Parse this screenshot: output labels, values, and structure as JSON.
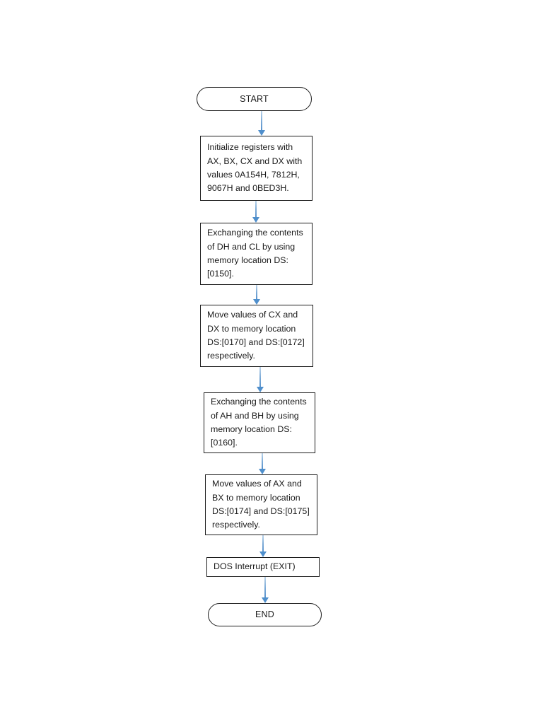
{
  "document": {
    "type": "flowchart",
    "title": "Assembly register exchange flowchart",
    "page_background": "#ffffff"
  },
  "theme": {
    "node_border_color": "#1c1c1c",
    "node_fill_color": "#ffffff",
    "text_color": "#1a1a1a",
    "arrow_color": "#5b94cd"
  },
  "nodes": [
    {
      "id": "start",
      "shape": "terminator",
      "label": "START"
    },
    {
      "id": "init-registers",
      "shape": "process",
      "label": "Initialize registers with AX, BX, CX and DX with values 0A154H, 7812H, 9067H and 0BED3H."
    },
    {
      "id": "exchange-dh-cl",
      "shape": "process",
      "label": "Exchanging the contents of DH and CL by using memory location DS: [0150]."
    },
    {
      "id": "move-cx-dx",
      "shape": "process",
      "label": "Move values of CX and DX to memory location DS:[0170] and DS:[0172] respectively."
    },
    {
      "id": "exchange-ah-bh",
      "shape": "process",
      "label": "Exchanging the contents of AH and BH by using memory location DS: [0160]."
    },
    {
      "id": "move-ax-bx",
      "shape": "process",
      "label": "Move values of AX and BX to memory location DS:[0174] and DS:[0175] respectively."
    },
    {
      "id": "dos-interrupt",
      "shape": "process",
      "label": "DOS Interrupt (EXIT)"
    },
    {
      "id": "end",
      "shape": "terminator",
      "label": "END"
    }
  ],
  "edges": [
    {
      "id": "edge-start-init",
      "from": "start",
      "to": "init-registers"
    },
    {
      "id": "edge-init-exchange-dh-cl",
      "from": "init-registers",
      "to": "exchange-dh-cl"
    },
    {
      "id": "edge-exchange-dh-cl-move-cx-dx",
      "from": "exchange-dh-cl",
      "to": "move-cx-dx"
    },
    {
      "id": "edge-move-cx-dx-exchange-ah-bh",
      "from": "move-cx-dx",
      "to": "exchange-ah-bh"
    },
    {
      "id": "edge-exchange-ah-bh-move-ax-bx",
      "from": "exchange-ah-bh",
      "to": "move-ax-bx"
    },
    {
      "id": "edge-move-ax-bx-dos",
      "from": "move-ax-bx",
      "to": "dos-interrupt"
    },
    {
      "id": "edge-dos-end",
      "from": "dos-interrupt",
      "to": "end"
    }
  ]
}
